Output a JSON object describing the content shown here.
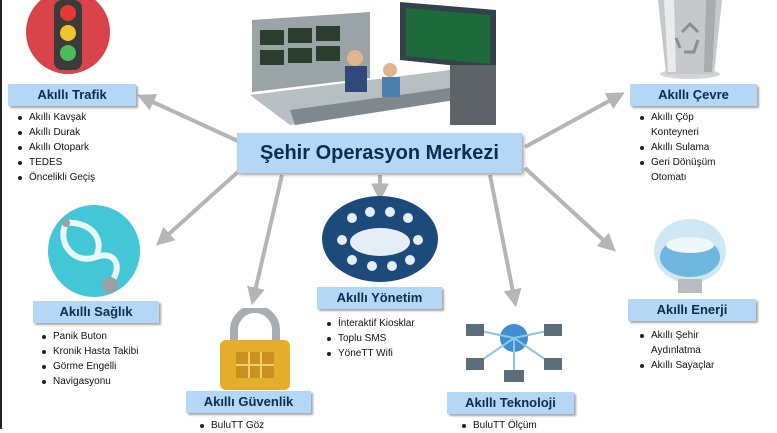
{
  "center": {
    "title": "Şehir Operasyon Merkezi"
  },
  "nodes": {
    "trafik": {
      "title": "Akıllı Trafik",
      "items": [
        "Akıllı Kavşak",
        "Akıllı Durak",
        "Akıllı Otopark",
        "TEDES",
        "Öncelikli Geçiş"
      ]
    },
    "saglik": {
      "title": "Akıllı Sağlık",
      "items": [
        "Panik Buton",
        "Kronik Hasta Takibi",
        "Görme Engelli",
        "Navigasyonu"
      ]
    },
    "guvenlik": {
      "title": "Akıllı Güvenlik",
      "items": [
        "BuluTT Göz"
      ]
    },
    "yonetim": {
      "title": "Akıllı Yönetim",
      "items": [
        "İnteraktif Kiosklar",
        "Toplu SMS",
        "YöneTT Wifi"
      ]
    },
    "teknoloji": {
      "title": "Akıllı Teknoloji",
      "items": [
        "BuluTT Ölçüm"
      ]
    },
    "cevre": {
      "title": "Akıllı Çevre",
      "items": [
        "Akıllı Çöp",
        "Konteyneri",
        "Akıllı Sulama",
        "Geri Dönüşüm",
        "Otomatı"
      ]
    },
    "enerji": {
      "title": "Akıllı Enerji",
      "items": [
        "Akıllı Şehir",
        "Aydınlatma",
        "Akıllı Sayaçlar"
      ]
    }
  },
  "colors": {
    "label_bg": "#b3d7f5",
    "label_text": "#0c2b52",
    "arrow": "#b5b5b5"
  },
  "icons": [
    "traffic-light-icon",
    "control-room-icon",
    "trash-bin-icon",
    "stethoscope-icon",
    "meeting-table-icon",
    "lightbulb-icon",
    "padlock-icon",
    "network-globe-icon"
  ]
}
